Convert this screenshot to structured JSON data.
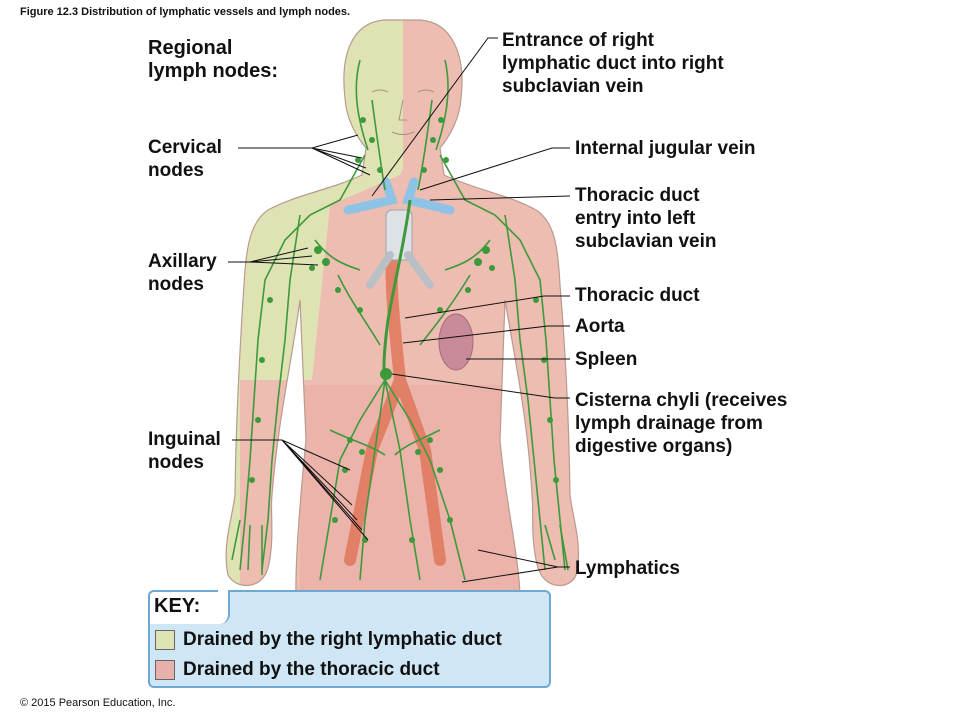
{
  "figure_title": "Figure 12.3 Distribution of lymphatic vessels and lymph nodes.",
  "copyright": "© 2015 Pearson Education, Inc.",
  "labels": {
    "regional": "Regional\nlymph nodes:",
    "cervical": "Cervical\nnodes",
    "axillary": "Axillary\nnodes",
    "inguinal": "Inguinal\nnodes",
    "entrance_right": "Entrance of right\nlymphatic duct into right\nsubclavian vein",
    "jugular": "Internal jugular vein",
    "thoracic_entry": "Thoracic duct\nentry into left\nsubclavian vein",
    "thoracic_duct": "Thoracic duct",
    "aorta": "Aorta",
    "spleen": "Spleen",
    "cisterna": "Cisterna chyli (receives\nlymph drainage from\ndigestive organs)",
    "lymphatics": "Lymphatics"
  },
  "key": {
    "title": "KEY:",
    "items": [
      {
        "label": "Drained by the right lymphatic duct",
        "color": "#dfe3b4"
      },
      {
        "label": "Drained by the thoracic duct",
        "color": "#e8b0aa"
      }
    ]
  },
  "colors": {
    "right_region": "#dfe3b4",
    "thoracic_region": "#eebdb2",
    "lymph": "#3d9a3b",
    "vein": "#8fc3e6",
    "aorta": "#e07a5f"
  }
}
